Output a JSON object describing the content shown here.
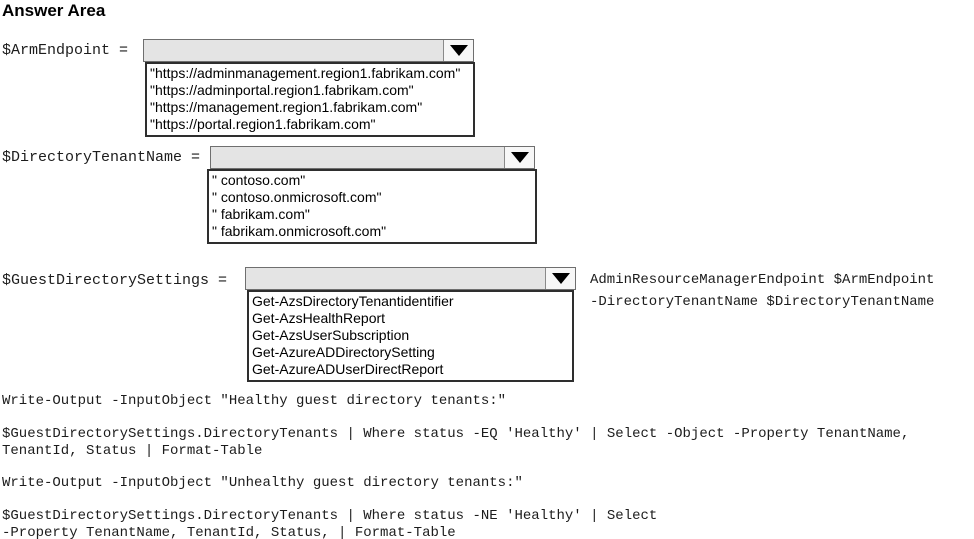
{
  "title": "Answer Area",
  "dropdowns": [
    {
      "label": "$ArmEndpoint =",
      "value": "",
      "options": [
        "\"https://adminmanagement.region1.fabrikam.com\"",
        "\"https://adminportal.region1.fabrikam.com\"",
        "\"https://management.region1.fabrikam.com\"",
        "\"https://portal.region1.fabrikam.com\""
      ]
    },
    {
      "label": "$DirectoryTenantName =",
      "value": "",
      "options": [
        "\" contoso.com\"",
        "\" contoso.onmicrosoft.com\"",
        "\" fabrikam.com\"",
        "\" fabrikam.onmicrosoft.com\""
      ]
    },
    {
      "label": "$GuestDirectorySettings =",
      "value": "",
      "options": [
        "Get-AzsDirectoryTenantidentifier",
        "Get-AzsHealthReport",
        "Get-AzsUserSubscription",
        "Get-AzureADDirectorySetting",
        "Get-AzureADUserDirectReport"
      ]
    }
  ],
  "inline_params": {
    "line1": "AdminResourceManagerEndpoint $ArmEndpoint",
    "line2": "-DirectoryTenantName $DirectoryTenantName"
  },
  "code_blocks": [
    "Write-Output -InputObject \"Healthy guest directory tenants:\"",
    "$GuestDirectorySettings.DirectoryTenants | Where status -EQ 'Healthy' | Select -Object -Property TenantName,\nTenantId, Status | Format-Table",
    "Write-Output -InputObject \"Unhealthy guest directory tenants:\"",
    "$GuestDirectorySettings.DirectoryTenants | Where status -NE 'Healthy' | Select\n-Property TenantName, TenantId, Status, | Format-Table"
  ]
}
